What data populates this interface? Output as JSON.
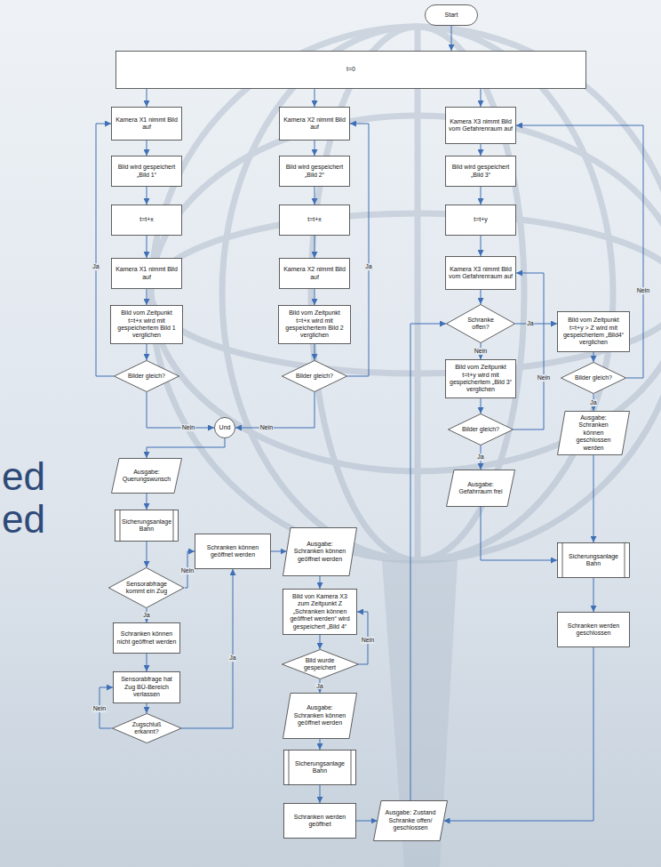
{
  "diagram": {
    "nodes": [
      {
        "text": [
          "Start"
        ]
      },
      {
        "text": [
          "t=0"
        ]
      },
      {
        "text": [
          "Kamera X1 nimmt Bild auf"
        ]
      },
      {
        "text": [
          "Kamera X2 nimmt Bild auf"
        ]
      },
      {
        "text": [
          "Kamera X3 nimmt Bild vom Gefahrenraum auf"
        ]
      },
      {
        "text": [
          "Bild wird gespeichert „Bild 1“"
        ]
      },
      {
        "text": [
          "Bild wird gespeichert „Bild 2“"
        ]
      },
      {
        "text": [
          "Bild wird gespeichert „Bild 3“"
        ]
      },
      {
        "text": [
          "t=t+x"
        ]
      },
      {
        "text": [
          "t=t+x"
        ]
      },
      {
        "text": [
          "t=t+y"
        ]
      },
      {
        "text": [
          "Kamera X1 nimmt Bild auf"
        ]
      },
      {
        "text": [
          "Kamera X2 nimmt Bild auf"
        ]
      },
      {
        "text": [
          "Kamera X3 nimmt Bild vom Gefahrenraum auf"
        ]
      },
      {
        "text": [
          "Bild vom Zeitpunkt t=t+x wird mit gespeichertem Bild 1 verglichen"
        ]
      },
      {
        "text": [
          "Bild vom Zeitpunkt t=t+x wird mit gespeichertem Bild 2 verglichen"
        ]
      },
      {
        "text": [
          "Schranke offen?"
        ]
      },
      {
        "text": [
          "Bild vom Zeitpunkt t=t+y > Z wird mit gespeichertem „Bild4“ verglichen"
        ]
      },
      {
        "text": [
          "Bilder gleich?"
        ]
      },
      {
        "text": [
          "Bilder gleich?"
        ]
      },
      {
        "text": [
          "Bild vom Zeitpunkt t=t+y wird mit gespeichertem „Bild 3“ verglichen"
        ]
      },
      {
        "text": [
          "Bilder gleich?"
        ]
      },
      {
        "text": [
          "Und"
        ]
      },
      {
        "text": [
          "Bilder gleich?"
        ]
      },
      {
        "text": [
          "Ausgabe: Schranken können geschlossen werden"
        ]
      },
      {
        "text": [
          "Ausgabe: Querungswunsch"
        ]
      },
      {
        "text": [
          "Ausgabe: Gefahrraum frei"
        ]
      },
      {
        "text": [
          "Sicherungsanlage Bahn"
        ]
      },
      {
        "text": [
          "Schranken können geöffnet werden"
        ]
      },
      {
        "text": [
          "Ausgabe: Schranken können geöffnet werden"
        ]
      },
      {
        "text": [
          "Sicherungsanlage Bahn"
        ]
      },
      {
        "text": [
          "Sensorabfrage kommt ein Zug"
        ]
      },
      {
        "text": [
          "Bild von Kamera X3 zum Zeitpunkt Z „Schranken können geöffnet werden“ wird gespeichert „Bild 4“"
        ]
      },
      {
        "text": [
          "Schranken werden geschlossen"
        ]
      },
      {
        "text": [
          "Schranken können nicht geöffnet werden"
        ]
      },
      {
        "text": [
          "Bild wurde gespeichert"
        ]
      },
      {
        "text": [
          "Sensorabfrage hat Zug BÜ-Bereich verlassen"
        ]
      },
      {
        "text": [
          "Ausgabe: Schranken können geöffnet werden"
        ]
      },
      {
        "text": [
          "Zugschluß erkannt?"
        ]
      },
      {
        "text": [
          "Sicherungsanlage Bahn"
        ]
      },
      {
        "text": [
          "Schranken werden geöffnet"
        ]
      },
      {
        "text": [
          "Ausgabe: Zustand Schranke offen/ geschlossen"
        ]
      }
    ],
    "edges": [
      {
        "from": 0,
        "to": 1,
        "arrow": "to"
      },
      {
        "from": 1,
        "to": 2,
        "arrow": "to"
      },
      {
        "from": 1,
        "to": 3,
        "arrow": "to"
      },
      {
        "from": 1,
        "to": 4,
        "arrow": "to"
      },
      {
        "from": 2,
        "to": 5,
        "arrow": "to"
      },
      {
        "from": 5,
        "to": 8,
        "arrow": "to"
      },
      {
        "from": 8,
        "to": 11,
        "arrow": "to"
      },
      {
        "from": 11,
        "to": 14,
        "arrow": "to"
      },
      {
        "from": 14,
        "to": 18,
        "arrow": "to"
      },
      {
        "from": 18,
        "to": 2,
        "label": "Ja",
        "arrow": "to"
      },
      {
        "from": 3,
        "to": 6,
        "arrow": "to"
      },
      {
        "from": 6,
        "to": 9,
        "arrow": "to"
      },
      {
        "from": 9,
        "to": 12,
        "arrow": "to"
      },
      {
        "from": 12,
        "to": 15,
        "arrow": "to"
      },
      {
        "from": 15,
        "to": 19,
        "arrow": "to"
      },
      {
        "from": 19,
        "to": 3,
        "label": "Ja",
        "arrow": "to"
      },
      {
        "from": 18,
        "to": 22,
        "label": "Nein",
        "arrow": "to"
      },
      {
        "from": 19,
        "to": 22,
        "label": "Nein",
        "arrow": "to"
      },
      {
        "from": 22,
        "to": 25,
        "arrow": "to"
      },
      {
        "from": 25,
        "to": 27,
        "arrow": "to"
      },
      {
        "from": 27,
        "to": 31,
        "arrow": "to"
      },
      {
        "from": 31,
        "to": 28,
        "label": "Nein",
        "arrow": "to"
      },
      {
        "from": 31,
        "to": 34,
        "label": "Ja",
        "arrow": "to"
      },
      {
        "from": 34,
        "to": 36,
        "arrow": "to"
      },
      {
        "from": 36,
        "to": 38,
        "arrow": "to"
      },
      {
        "from": 38,
        "to": 36,
        "label": "Nein",
        "arrow": "to"
      },
      {
        "from": 38,
        "to": 28,
        "label": "Ja",
        "arrow": "to"
      },
      {
        "from": 28,
        "to": 29,
        "arrow": "to"
      },
      {
        "from": 29,
        "to": 32,
        "arrow": "to"
      },
      {
        "from": 32,
        "to": 35,
        "arrow": "to"
      },
      {
        "from": 35,
        "to": 32,
        "label": "Nein",
        "arrow": "to"
      },
      {
        "from": 35,
        "to": 37,
        "label": "Ja",
        "arrow": "to"
      },
      {
        "from": 37,
        "to": 39,
        "arrow": "to"
      },
      {
        "from": 39,
        "to": 40,
        "arrow": "to"
      },
      {
        "from": 40,
        "to": 41,
        "arrow": "to"
      },
      {
        "from": 41,
        "to": 16,
        "arrow": "to"
      },
      {
        "from": 4,
        "to": 7,
        "arrow": "to"
      },
      {
        "from": 7,
        "to": 10,
        "arrow": "to"
      },
      {
        "from": 10,
        "to": 13,
        "arrow": "to"
      },
      {
        "from": 13,
        "to": 16,
        "arrow": "to"
      },
      {
        "from": 16,
        "to": 20,
        "label": "Nein",
        "arrow": "to"
      },
      {
        "from": 16,
        "to": 17,
        "label": "Ja",
        "arrow": "to"
      },
      {
        "from": 20,
        "to": 23,
        "arrow": "to"
      },
      {
        "from": 23,
        "to": 26,
        "label": "Ja",
        "arrow": "to"
      },
      {
        "from": 23,
        "to": 13,
        "label": "Nein",
        "arrow": "to"
      },
      {
        "from": 17,
        "to": 21,
        "arrow": "to"
      },
      {
        "from": 21,
        "to": 4,
        "label": "Nein",
        "arrow": "to"
      },
      {
        "from": 21,
        "to": 24,
        "label": "Ja",
        "arrow": "to"
      },
      {
        "from": 24,
        "to": 30,
        "arrow": "to"
      },
      {
        "from": 26,
        "to": 30,
        "arrow": "to"
      },
      {
        "from": 30,
        "to": 33,
        "arrow": "to"
      },
      {
        "from": 33,
        "to": 41,
        "arrow": "to"
      }
    ],
    "labels": [
      "ed",
      "ed"
    ]
  }
}
